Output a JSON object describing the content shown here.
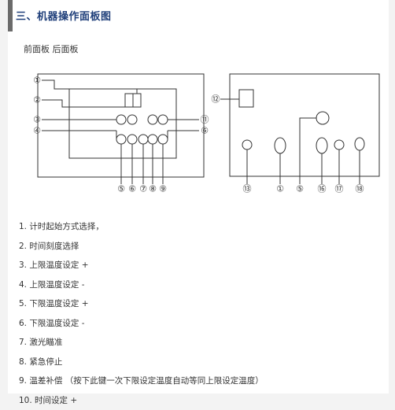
{
  "header": {
    "title": "三、机器操作面板图",
    "subtitle": "前面板 后面板"
  },
  "diagram": {
    "front_left_labels": [
      "①",
      "②",
      "③",
      "④"
    ],
    "front_right_labels": [
      "⑪",
      "⑥"
    ],
    "front_bottom_labels": [
      "⑤",
      "⑥",
      "⑦",
      "⑧",
      "⑨"
    ],
    "rear_top_label": "⑫",
    "rear_bottom_labels": [
      "⑬",
      "①",
      "⑤",
      "⑯",
      "⑰",
      "⑱"
    ]
  },
  "instructions": [
    "1. 计时起始方式选择，",
    "2. 时间刻度选择",
    "3. 上限温度设定 +",
    "4. 上限温度设定 -",
    "5. 下限温度设定 +",
    "6. 下限温度设定 -",
    "7. 激光瞄准",
    "8. 紧急停止",
    "9. 温差补偿 （按下此键一次下限设定温度自动等同上限设定温度）",
    "10. 时间设定 +"
  ]
}
